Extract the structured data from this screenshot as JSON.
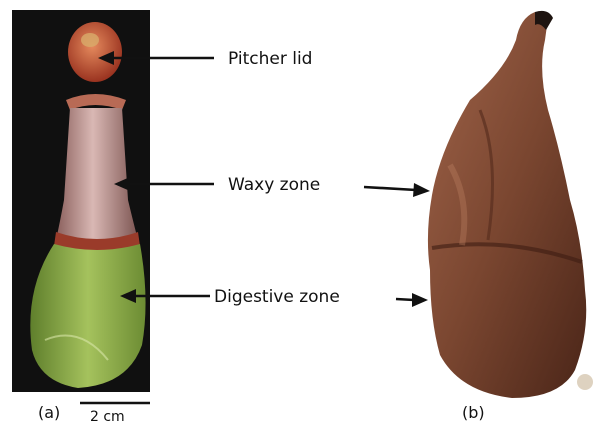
{
  "labels": {
    "pitcher_lid": "Pitcher lid",
    "waxy_zone": "Waxy zone",
    "digestive_zone": "Digestive zone"
  },
  "panels": {
    "a": "(a)",
    "b": "(b)"
  },
  "scale_bar": {
    "text": "2 cm"
  },
  "colors": {
    "photo_bg": "#101010",
    "lid": "#b8462e",
    "waxy_zone": "#c7a0a0",
    "digestive_zone": "#8fb54a",
    "dried_pitcher": "#7a4630"
  }
}
